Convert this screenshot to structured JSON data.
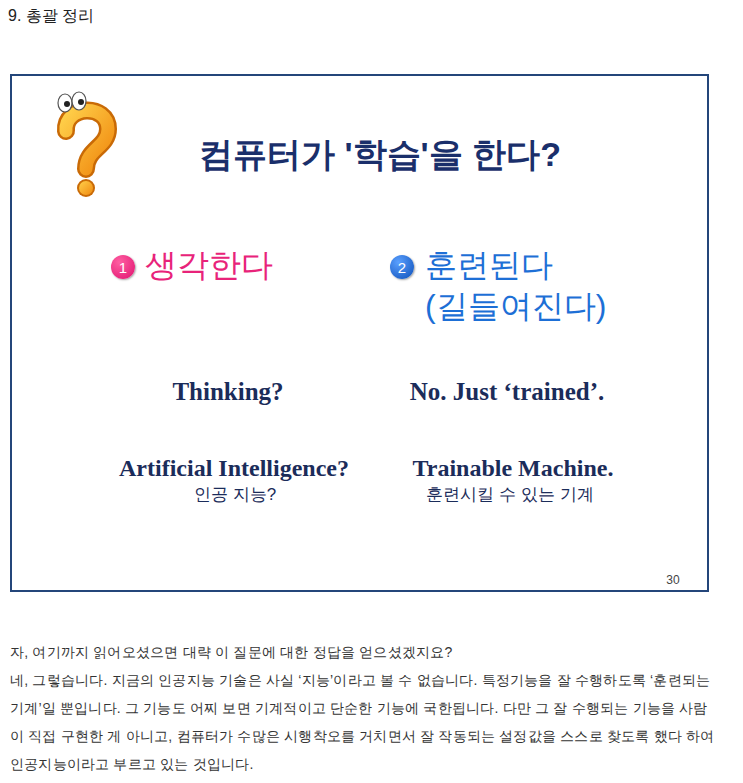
{
  "diagram": {
    "title": "9. 총괄 정리",
    "nodes": [
      {
        "text": [
          "컴퓨터가 '학습'을 한다?"
        ]
      },
      {
        "text": [
          "1"
        ],
        "in": 0
      },
      {
        "text": [
          "2"
        ],
        "in": 0
      }
    ],
    "labels": [
      "생각한다",
      "훈련된다",
      "(길들여진다)",
      "Thinking?",
      "No. Just ‘trained’.",
      "Artificial Intelligence?",
      "인공 지능?",
      "Trainable Machine.",
      "훈련시킬 수 있는 기계",
      "30",
      "자, 여기까지 읽어오셨으면 대략 이 질문에 대한 정답을 얻으셨겠지요?",
      "네, 그렇습니다. 지금의 인공지능 기술은 사실 ‘지능’이라고 볼 수 없습니다. 특정기능을 잘 수행하도록 ‘훈련되는 기계’일 뿐입니다. 그 기능도 어찌 보면 기계적이고 단순한 기능에 국한됩니다. 다만 그 잘 수행되는 기능을 사람이 직접 구현한 게 아니고, 컴퓨터가 수많은 시행착오를 거치면서 잘 작동되는 설정값을 스스로 찾도록 했다 하여 인공지능이라고 부르고 있는 것입니다."
    ]
  }
}
